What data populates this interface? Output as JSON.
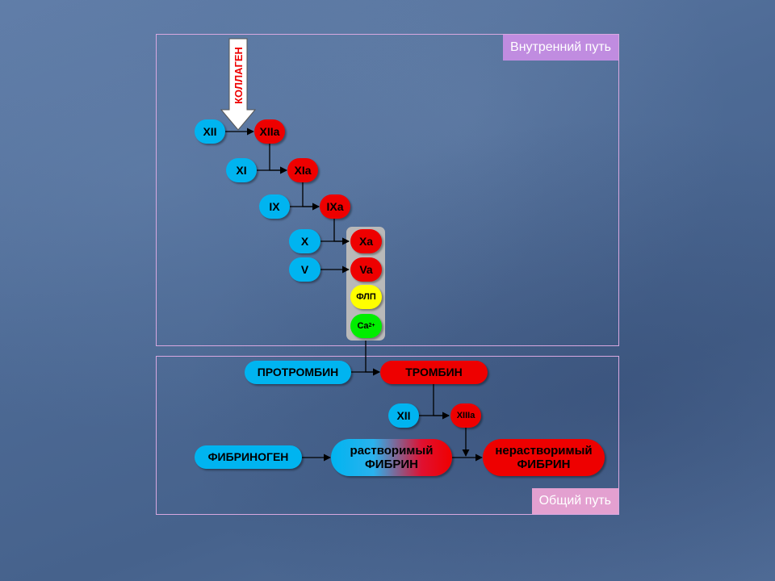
{
  "panels": {
    "intrinsic_label": "Внутренний путь",
    "common_label": "Общий путь"
  },
  "collagen": "КОЛЛАГЕН",
  "factors": {
    "xii": "XII",
    "xiia": "XIIa",
    "xi": "XI",
    "xia": "XIa",
    "ix": "IX",
    "ixa": "IXa",
    "x": "X",
    "xa": "Xa",
    "v": "V",
    "va": "Va",
    "phospholipid": "ФЛП",
    "calcium": "Ca",
    "calcium_charge": "2+"
  },
  "common": {
    "prothrombin": "ПРОТРОМБИН",
    "thrombin": "ТРОМБИН",
    "xiii": "XII",
    "xiiia": "XIIIa",
    "fibrinogen": "ФИБРИНОГЕН",
    "soluble_line1": "растворимый",
    "soluble_line2": "ФИБРИН",
    "insoluble_line1": "нерастворимый",
    "insoluble_line2": "ФИБРИН"
  },
  "colors": {
    "inactive": "#00b4f0",
    "active": "#ee0000",
    "phospholipid": "#ffff00",
    "calcium": "#00ee00",
    "panel_border": "#d8a8e0"
  }
}
